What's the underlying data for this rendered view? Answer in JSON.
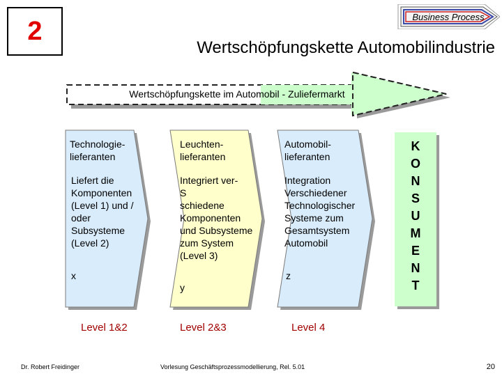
{
  "slide_number": "2",
  "badge": {
    "text": "Business Process"
  },
  "title": "Wertschöpfungskette Automobilindustrie",
  "banner": {
    "text": "Wertschöpfungskette im Automobil - Zuliefermarkt"
  },
  "columns": [
    {
      "header": "Technologie-\nlieferanten",
      "body": "Liefert die\nKomponenten\n(Level 1) und /\noder\nSubsysteme\n(Level 2)",
      "variable": "x",
      "level": "Level 1&2"
    },
    {
      "header": "Leuchten-\nlieferanten",
      "body": "Integriert ver-\nS\nschiedene\nKomponenten\nund Subsysteme\nzum System\n(Level 3)",
      "variable": "y",
      "level": "Level 2&3"
    },
    {
      "header": "Automobil-\nlieferanten",
      "body": "Integration\nVerschiedener\nTechnologischer\nSysteme zum\nGesamtsystem\nAutomobil",
      "variable": "z",
      "level": "Level 4"
    }
  ],
  "consumer": {
    "letters": [
      "K",
      "O",
      "N",
      "S",
      "U",
      "M",
      "E",
      "N",
      "T"
    ]
  },
  "footer": {
    "author": "Dr. Robert Freidinger",
    "course": "Vorlesung Geschäftsprozessmodellierung, Rel. 5.01",
    "page": "20"
  },
  "colors": {
    "slide_number": "#e00000",
    "chevron_1": "#d9ecfb",
    "chevron_2": "#ffffcc",
    "chevron_3": "#d9ecfb",
    "banner_arrow": "#ccffcc",
    "consumer_box": "#ccffcc",
    "level_labels": "#a00000"
  }
}
